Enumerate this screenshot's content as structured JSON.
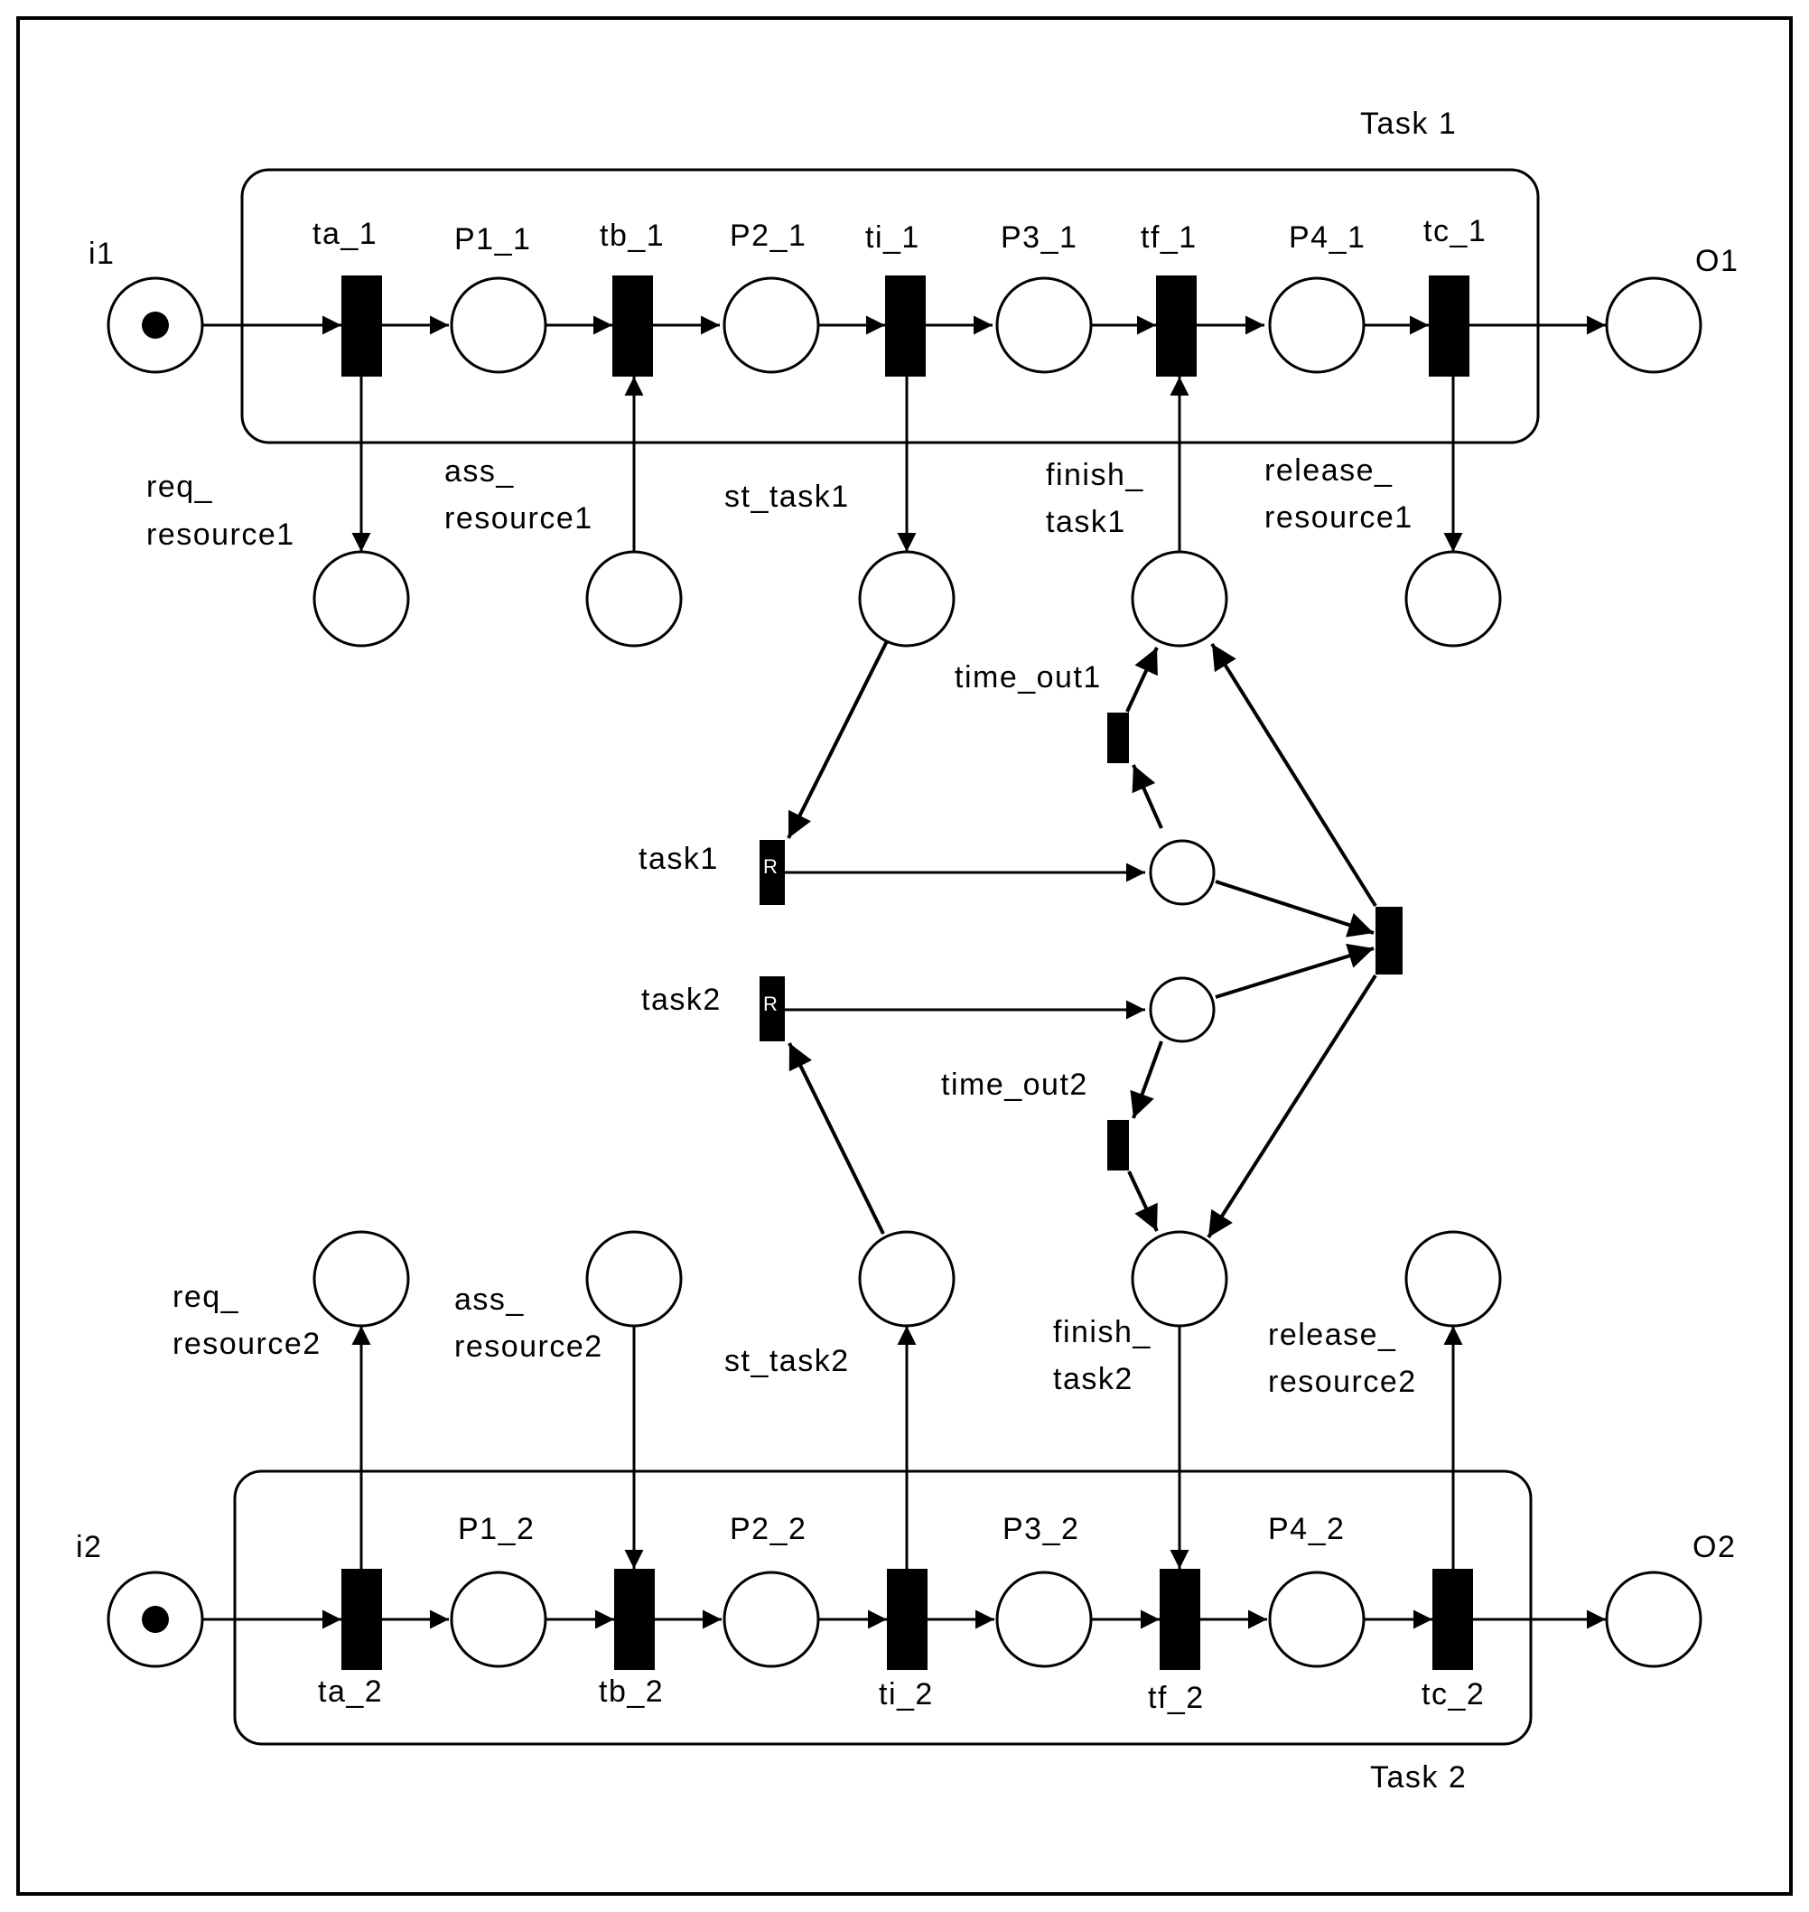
{
  "frame": {
    "stroke": "#000000",
    "background": "#ffffff"
  },
  "task1": {
    "title": "Task 1",
    "input_place": "i1",
    "output_place": "O1",
    "transitions": [
      "ta_1",
      "tb_1",
      "ti_1",
      "tf_1",
      "tc_1"
    ],
    "places": [
      "P1_1",
      "P2_1",
      "P3_1",
      "P4_1"
    ],
    "interface": {
      "req_line1": "req_",
      "req_line2": "resource1",
      "ass_line1": "ass_",
      "ass_line2": "resource1",
      "st": "st_task1",
      "finish_line1": "finish_",
      "finish_line2": "task1",
      "release_line1": "release_",
      "release_line2": "resource1"
    },
    "input_tokens": 1
  },
  "task2": {
    "title": "Task 2",
    "input_place": "i2",
    "output_place": "O2",
    "transitions": [
      "ta_2",
      "tb_2",
      "ti_2",
      "tf_2",
      "tc_2"
    ],
    "places": [
      "P1_2",
      "P2_2",
      "P3_2",
      "P4_2"
    ],
    "interface": {
      "req_line1": "req_",
      "req_line2": "resource2",
      "ass_line1": "ass_",
      "ass_line2": "resource2",
      "st": "st_task2",
      "finish_line1": "finish_",
      "finish_line2": "task2",
      "release_line1": "release_",
      "release_line2": "resource2"
    },
    "input_tokens": 1
  },
  "middle": {
    "task1_label": "task1",
    "task2_label": "task2",
    "timeout1_label": "time_out1",
    "timeout2_label": "time_out2",
    "resource_mark": "R"
  }
}
